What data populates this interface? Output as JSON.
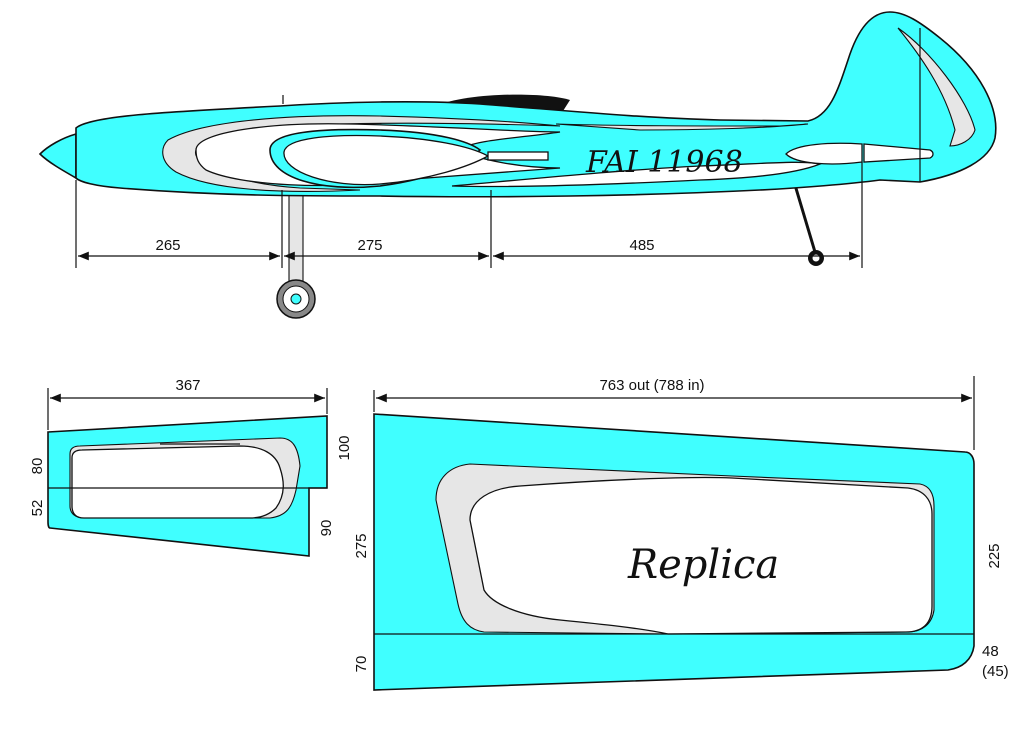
{
  "fuselage_view": {
    "registration": "FAI 11968",
    "dimensions": [
      "265",
      "275",
      "485"
    ]
  },
  "stabilizer_view": {
    "span": "367",
    "chord_left_top": "80",
    "chord_left_bottom": "52",
    "chord_right_top": "100",
    "chord_right_bottom": "90"
  },
  "wing_view": {
    "span": "763 out (788 in)",
    "root_chord": "275",
    "root_flap": "70",
    "tip_chord": "225",
    "tip_flap": "48",
    "tip_flap_alt": "(45)",
    "label": "Replica"
  },
  "colors": {
    "fill": "#40ffff",
    "cutout": "#ffffff",
    "shade": "#e6e6e6",
    "canopy": "#111111",
    "outline": "#111111"
  }
}
